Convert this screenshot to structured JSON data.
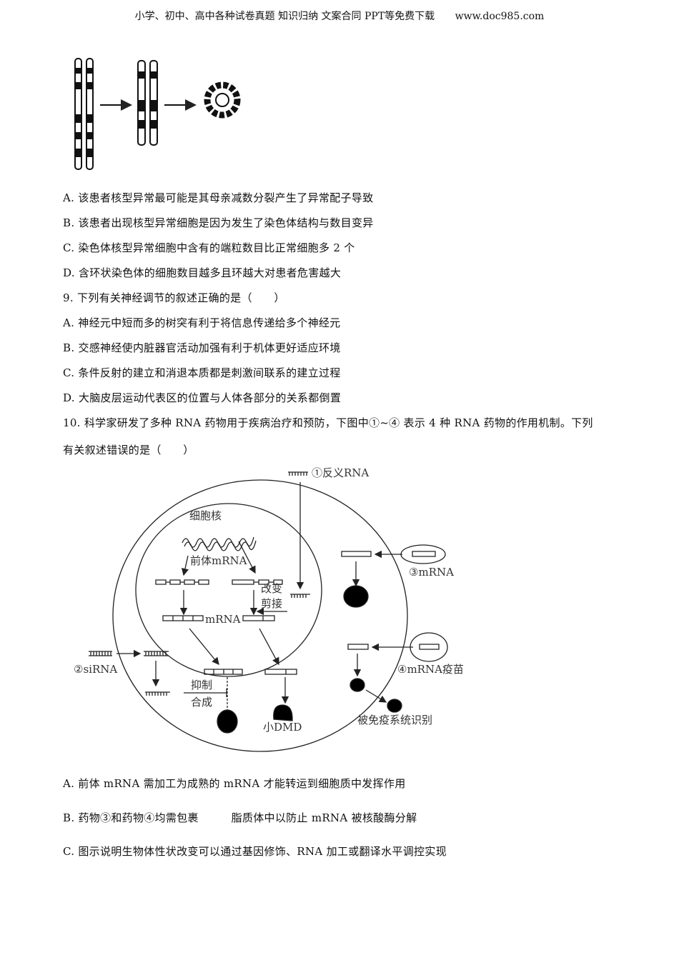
{
  "header": {
    "left": "小学、初中、高中各种试卷真题 知识归纳 文案合同 PPT等免费下载",
    "right": "www.doc985.com"
  },
  "q8_options": [
    "A. 该患者核型异常最可能是其母亲减数分裂产生了异常配子导致",
    "B. 该患者出现核型异常细胞是因为发生了染色体结构与数目变异",
    "C. 染色体核型异常细胞中含有的端粒数目比正常细胞多 2 个",
    "D. 含环状染色体的细胞数目越多且环越大对患者危害越大"
  ],
  "q9": {
    "stem": "9. 下列有关神经调节的叙述正确的是（　　）",
    "options": [
      "A. 神经元中短而多的树突有利于将信息传递给多个神经元",
      "B. 交感神经使内脏器官活动加强有利于机体更好适应环境",
      "C. 条件反射的建立和消退本质都是刺激间联系的建立过程",
      "D. 大脑皮层运动代表区的位置与人体各部分的关系都倒置"
    ]
  },
  "q10": {
    "stem_line1": "10. 科学家研发了多种 RNA 药物用于疾病治疗和预防，下图中①~④ 表示 4 种 RNA 药物的作用机制。下列",
    "stem_line2": "有关叙述错误的是（　　）",
    "diagram": {
      "antisense": "①反义RNA",
      "nucleus": "细胞核",
      "pre_mrna": "前体mRNA",
      "change": "改变",
      "splice": "剪接",
      "mrna": "mRNA",
      "sirna": "②siRNA",
      "inhibit": "抑制",
      "synth": "合成",
      "small_dmd": "小DMD",
      "mrna3": "③mRNA",
      "vaccine": "④mRNA疫苗",
      "immune": "被免疫系统识别"
    },
    "options": [
      "A. 前体 mRNA 需加工为成熟的 mRNA 才能转运到细胞质中发挥作用",
      "B. 药物③和药物④均需包裹　　　脂质体中以防止 mRNA 被核酸酶分解",
      "C. 图示说明生物体性状改变可以通过基因修饰、RNA 加工或翻译水平调控实现"
    ]
  }
}
